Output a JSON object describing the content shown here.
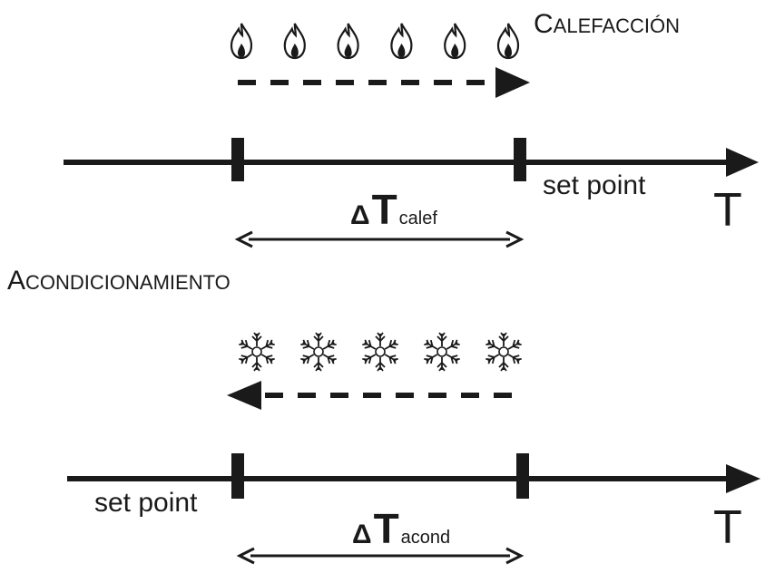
{
  "heating": {
    "title_initial": "C",
    "title_rest": "ALEFACCIÓN",
    "setpoint_label": "set point",
    "axis_label": "T",
    "delta_symbol": "Δ",
    "delta_letter": "T",
    "delta_subscript": "calef",
    "icon": "flame-icon",
    "icon_count": 6
  },
  "cooling": {
    "title_initial": "A",
    "title_rest": "CONDICIONAMIENTO",
    "setpoint_label": "set point",
    "axis_label": "T",
    "delta_symbol": "Δ",
    "delta_letter": "T",
    "delta_subscript": "acond",
    "icon": "snowflake-icon",
    "icon_count": 5
  },
  "colors": {
    "ink": "#1a1a1a",
    "background": "#ffffff"
  }
}
